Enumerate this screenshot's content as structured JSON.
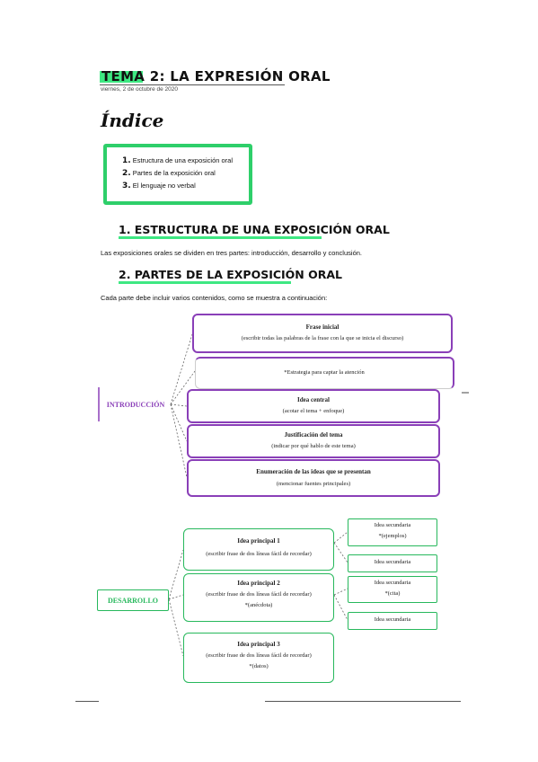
{
  "header": {
    "title": "TEMA 2: LA EXPRESIÓN ORAL",
    "date": "viernes, 2 de octubre de 2020"
  },
  "index": {
    "heading": "Índice",
    "items": [
      {
        "num": "1.",
        "label": "Estructura de una exposición oral"
      },
      {
        "num": "2.",
        "label": "Partes de la exposición oral"
      },
      {
        "num": "3.",
        "label": "El lenguaje no verbal"
      }
    ]
  },
  "section1": {
    "heading": "1. ESTRUCTURA DE UNA EXPOSICIÓN ORAL",
    "text": "Las exposiciones orales se dividen en tres partes: introducción, desarrollo y conclusión."
  },
  "section2": {
    "heading": "2. PARTES DE LA EXPOSICIÓN ORAL",
    "text": "Cada parte debe incluir varios contenidos, como se muestra a continuación:"
  },
  "intro_diagram": {
    "main": "INTRODUCCIÓN",
    "boxes": [
      {
        "title": "Frase inicial",
        "sub": "(escribir todas las palabras de la frase con la que se inicia el discurso)"
      },
      {
        "title": "",
        "sub": "*Estrategia para captar la atención"
      },
      {
        "title": "Idea central",
        "sub": "(acotar el tema + enfoque)"
      },
      {
        "title": "Justificación del tema",
        "sub": "(indicar por qué hablo de este tema)"
      },
      {
        "title": "Enumeración de las ideas que se presentan",
        "sub": "(mencionar fuentes principales)"
      }
    ]
  },
  "dev_diagram": {
    "main": "DESARROLLO",
    "ideas": [
      {
        "title": "Idea principal 1",
        "sub": "(escribir frase de dos líneas fácil de recordar)",
        "note": ""
      },
      {
        "title": "Idea principal 2",
        "sub": "(escribir frase de dos líneas fácil de recordar)",
        "note": "*(anécdota)"
      },
      {
        "title": "Idea principal 3",
        "sub": "(escribir frase de dos líneas fácil de recordar)",
        "note": "*(datos)"
      }
    ],
    "secondary": [
      {
        "title": "Idea secundaria",
        "note": "*(ejemplos)"
      },
      {
        "title": "Idea secundaria",
        "note": ""
      },
      {
        "title": "Idea secundaria",
        "note": "*(cita)"
      },
      {
        "title": "Idea secundaria",
        "note": ""
      }
    ]
  },
  "colors": {
    "accent_green": "#3ee882",
    "box_green": "#27b85c",
    "purple": "#8a3fb8"
  }
}
